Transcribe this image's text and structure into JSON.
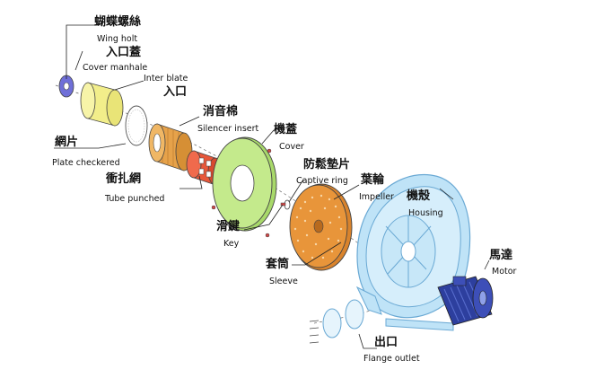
{
  "labels": {
    "wing_bolt": {
      "zh": "蝴蝶螺絲",
      "en": "Wing holt"
    },
    "cover_manhole": {
      "zh": "入口蓋",
      "en": "Cover manhale"
    },
    "inter_plate": {
      "zh": "入口",
      "en": "Inter blate"
    },
    "silencer_insert": {
      "zh": "消音棉",
      "en": "Silencer insert"
    },
    "plate_checkered": {
      "zh": "網片",
      "en": "Plate checkered"
    },
    "tube_punched": {
      "zh": "衝扎網",
      "en": "Tube punched"
    },
    "cover": {
      "zh": "機蓋",
      "en": "Cover"
    },
    "captive_ring": {
      "zh": "防鬆墊片",
      "en": "Captive ring"
    },
    "impeller": {
      "zh": "葉輪",
      "en": "Impeller"
    },
    "key": {
      "zh": "滑鍵",
      "en": "Key"
    },
    "housing": {
      "zh": "機殼",
      "en": "Housing"
    },
    "sleeve": {
      "zh": "套筒",
      "en": "Sleeve"
    },
    "motor": {
      "zh": "馬達",
      "en": "Motor"
    },
    "flange_outlet": {
      "zh": "出口",
      "en": "Flange outlet"
    }
  },
  "colors": {
    "wing_bolt": "#6f6fd8",
    "cover_manhole": "#f2ee8a",
    "silencer_insert": "#e6a24a",
    "tube_punched": "#e8573a",
    "cover": "#b9e67a",
    "impeller": "#e8953a",
    "housing": "#bfe3f7",
    "housing_stroke": "#6aa9d4",
    "motor": "#2d3f9e",
    "outline": "#444444"
  }
}
